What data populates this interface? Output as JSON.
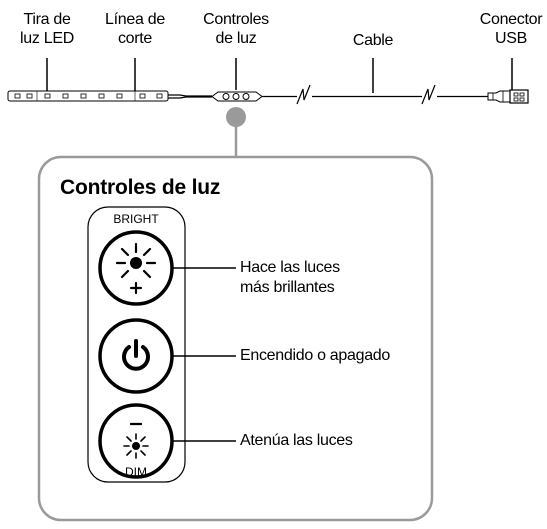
{
  "labels": {
    "strip": [
      "Tira de",
      "luz LED"
    ],
    "cut_line": [
      "Línea de",
      "corte"
    ],
    "controls": [
      "Controles",
      "de luz"
    ],
    "cable": "Cable",
    "usb": [
      "Conector",
      "USB"
    ]
  },
  "panel": {
    "title": "Controles de luz",
    "bright_caption": "BRIGHT",
    "dim_caption": "DIM",
    "buttons": [
      {
        "icon": "sun-plus-icon",
        "description": [
          "Hace las luces",
          "más brillantes"
        ]
      },
      {
        "icon": "power-icon",
        "description": [
          "Encendido o apagado"
        ]
      },
      {
        "icon": "sun-minus-icon",
        "description": [
          "Atenúa las luces"
        ]
      }
    ]
  }
}
